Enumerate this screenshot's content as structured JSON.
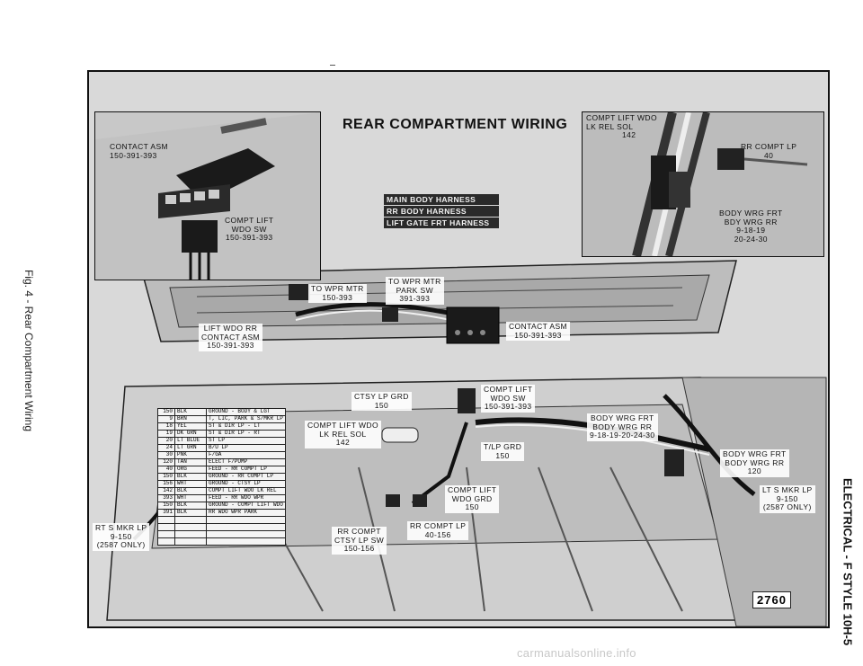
{
  "title": "REAR COMPARTMENT WIRING",
  "side_caption": "Fig. 4 - Rear Compartment Wiring",
  "side_header": "ELECTRICAL - F STYLE 10H-5",
  "figure_number": "2760",
  "watermark": "carmanualsonline.info",
  "harness_legend": [
    "MAIN BODY HARNESS",
    "RR BODY HARNESS",
    "LIFT GATE FRT HARNESS"
  ],
  "inset_left": {
    "contact_asm": [
      "CONTACT ASM",
      "150-391-393"
    ],
    "compt_lift": [
      "COMPT LIFT",
      "WDO SW",
      "150-391-393"
    ]
  },
  "inset_right": {
    "compt_lift_wdo": [
      "COMPT LIFT WDO",
      "LK REL SOL",
      "142"
    ],
    "rr_compt_lp": [
      "RR COMPT LP",
      "40"
    ],
    "body_wrg": [
      "BODY WRG FRT",
      "BDY WRG RR",
      "9-18-19",
      "20-24-30"
    ]
  },
  "labels": {
    "to_wpr_mtr_a": [
      "TO WPR MTR",
      "150-393"
    ],
    "to_wpr_mtr_b": [
      "TO WPR MTR",
      "PARK SW",
      "391-393"
    ],
    "lift_wdo_rr": [
      "LIFT WDO RR",
      "CONTACT ASM",
      "150-391-393"
    ],
    "contact_asm": [
      "CONTACT ASM",
      "150-391-393"
    ],
    "ctsy_lp_grd": [
      "CTSY LP GRD",
      "150"
    ],
    "compt_lift_wdo_sw": [
      "COMPT LIFT",
      "WDO SW",
      "150-391-393"
    ],
    "compt_lift_wdo_lk": [
      "COMPT LIFT WDO",
      "LK REL SOL",
      "142"
    ],
    "t_lp_grd": [
      "T/LP GRD",
      "150"
    ],
    "body_wrg_frt_a": [
      "BODY WRG FRT",
      "BODY WRG RR",
      "9-18-19-20-24-30"
    ],
    "body_wrg_frt_b": [
      "BODY WRG FRT",
      "BODY WRG RR",
      "120"
    ],
    "lt_s_mkr_lp": [
      "LT S MKR LP",
      "9-150",
      "(2587 ONLY)"
    ],
    "rt_s_mkr_lp": [
      "RT S MKR LP",
      "9-150",
      "(2587 ONLY)"
    ],
    "compt_lift_wdo_grd": [
      "COMPT LIFT",
      "WDO GRD",
      "150"
    ],
    "rr_compt_ctsy": [
      "RR COMPT",
      "CTSY LP SW",
      "150-156"
    ],
    "rr_compt_lp": [
      "RR COMPT LP",
      "40-156"
    ]
  },
  "wire_table": [
    [
      "150",
      "BLK",
      "GROUND - BODY & LGT"
    ],
    [
      "9",
      "BRN",
      "T, LIC, PARK & S/MKR LP"
    ],
    [
      "18",
      "YEL",
      "ST & DIR LP - LT"
    ],
    [
      "19",
      "DK GRN",
      "ST & DIR LP - RT"
    ],
    [
      "20",
      "LT BLUE",
      "ST LP"
    ],
    [
      "24",
      "LT GRN",
      "B/U LP"
    ],
    [
      "30",
      "PNK",
      "F/GA"
    ],
    [
      "120",
      "TAN",
      "ELECT F/PUMP"
    ],
    [
      "40",
      "ORG",
      "FEED - RR COMPT LP"
    ],
    [
      "150",
      "BLK",
      "GROUND - RR COMPT LP"
    ],
    [
      "156",
      "WHT",
      "GROUND - CTSY LP"
    ],
    [
      "142",
      "BLK",
      "COMPT LIFT WDO LK REL"
    ],
    [
      "393",
      "WHT",
      "FEED - RR WDO WPR"
    ],
    [
      "150",
      "BLK",
      "GROUND - COMPT LIFT WDO"
    ],
    [
      "391",
      "BLK",
      "RR WDO WPR PARK"
    ],
    [
      "",
      "",
      ""
    ],
    [
      "",
      "",
      ""
    ],
    [
      "",
      "",
      ""
    ],
    [
      "",
      "",
      ""
    ]
  ]
}
